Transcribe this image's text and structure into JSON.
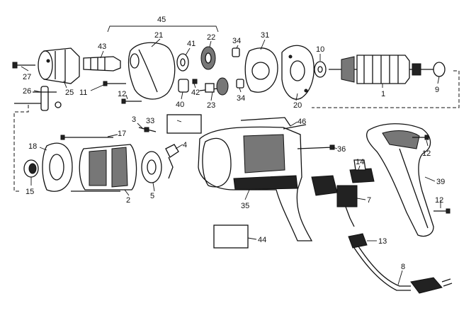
{
  "diagram": {
    "header_text": "",
    "callouts": [
      {
        "id": "c45",
        "text": "45"
      },
      {
        "id": "c21",
        "text": "21"
      },
      {
        "id": "c22",
        "text": "22"
      },
      {
        "id": "c41",
        "text": "41"
      },
      {
        "id": "c34a",
        "text": "34"
      },
      {
        "id": "c31",
        "text": "31"
      },
      {
        "id": "c10",
        "text": "10"
      },
      {
        "id": "c43",
        "text": "43"
      },
      {
        "id": "c27",
        "text": "27"
      },
      {
        "id": "c25",
        "text": "25"
      },
      {
        "id": "c26",
        "text": "26"
      },
      {
        "id": "c11",
        "text": "11"
      },
      {
        "id": "c12a",
        "text": "12"
      },
      {
        "id": "c40",
        "text": "40"
      },
      {
        "id": "c42",
        "text": "42"
      },
      {
        "id": "c23",
        "text": "23"
      },
      {
        "id": "c34b",
        "text": "34"
      },
      {
        "id": "c20",
        "text": "20"
      },
      {
        "id": "c1",
        "text": "1"
      },
      {
        "id": "c9",
        "text": "9"
      },
      {
        "id": "c33",
        "text": "33"
      },
      {
        "id": "c46",
        "text": "46"
      },
      {
        "id": "c3",
        "text": "3"
      },
      {
        "id": "c17",
        "text": "17"
      },
      {
        "id": "c18",
        "text": "18"
      },
      {
        "id": "c4",
        "text": "4"
      },
      {
        "id": "c36",
        "text": "36"
      },
      {
        "id": "c12b",
        "text": "12"
      },
      {
        "id": "c15",
        "text": "15"
      },
      {
        "id": "c2",
        "text": "2"
      },
      {
        "id": "c5",
        "text": "5"
      },
      {
        "id": "c35",
        "text": "35"
      },
      {
        "id": "c14",
        "text": "14"
      },
      {
        "id": "c7",
        "text": "7"
      },
      {
        "id": "c39",
        "text": "39"
      },
      {
        "id": "c12c",
        "text": "12"
      },
      {
        "id": "c44",
        "text": "44"
      },
      {
        "id": "c13",
        "text": "13"
      },
      {
        "id": "c8",
        "text": "8"
      }
    ]
  }
}
